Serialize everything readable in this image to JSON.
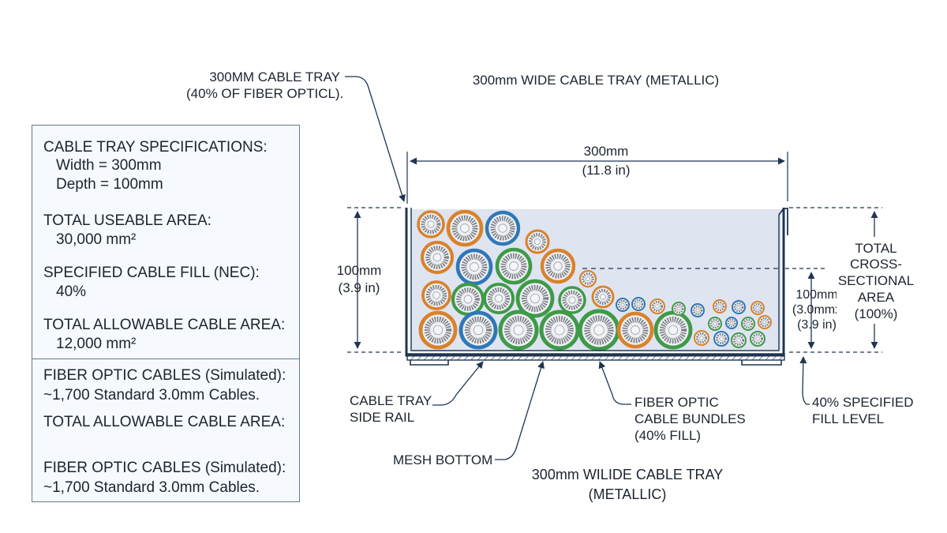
{
  "callouts": {
    "tray_label": [
      "300MM CABLE TRAY",
      "(40% OF FIBER OPTICL)."
    ],
    "top_title": "300mm WIDE CABLE TRAY (METALLIC)",
    "width_dim": [
      "300mm",
      "(11.8 in)"
    ],
    "height_dim": [
      "100mm",
      "(3.9 in)"
    ],
    "fill_dim": [
      "100mm",
      "(3.0mmx",
      "(3.9 in)"
    ],
    "total_area": [
      "TOTAL",
      "CROSS-",
      "SECTIONAL",
      "AREA",
      "(100%)"
    ],
    "side_rail": [
      "CABLE TRAY",
      "SIDE RAIL"
    ],
    "mesh_bottom": "MESH BOTTOM",
    "bundles": [
      "FIBER OPTIC",
      "CABLE BUNDLES",
      "(40% FILL)"
    ],
    "fill_level": [
      "40% SPECIFIED",
      "FILL LEVEL"
    ],
    "bottom_title": [
      "300mm WILIDE CABLE TRAY",
      "(METALLIC)"
    ]
  },
  "spec_panel": {
    "heading": "CABLE TRAY SPECIFICATIONS:",
    "width": "Width = 300mm",
    "depth": "Depth = 100mm",
    "usable_label": "TOTAL USEABLE AREA:",
    "usable_value": "30,000 mm²",
    "fill_label": "SPECIFIED CABLE FILL (NEC):",
    "fill_value": "40%",
    "allow_label": "TOTAL ALLOWABLE CABLE AREA:",
    "allow_value": "12,000 mm²",
    "fiber_label": "FIBER OPTIC CABLES (Simulated):",
    "fiber_value": "~1,700 Standard 3.0mm Cables.",
    "allow_label_2": "TOTAL ALLOWABLE CABLE AREA:",
    "fiber_label_2": "FIBER OPTIC CABLES (Simulated):",
    "fiber_value_2": "~1,700 Standard 3.0mm Cables."
  },
  "colors": {
    "line": "#1f3550",
    "fill_area": "#dfe4f1",
    "orange": "#d9822b",
    "blue": "#2f78b7",
    "green": "#3f9a48",
    "bundle_core": "#7b7f86"
  }
}
